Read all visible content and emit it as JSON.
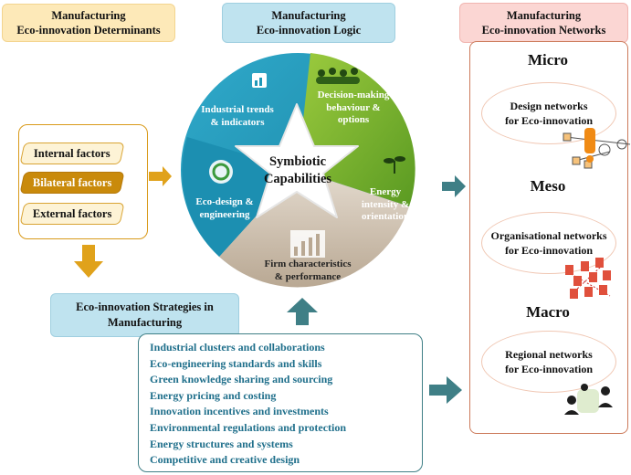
{
  "headers": {
    "determinants": [
      "Manufacturing",
      "Eco-innovation Determinants"
    ],
    "logic": [
      "Manufacturing",
      "Eco-innovation Logic"
    ],
    "networks": [
      "Manufacturing",
      "Eco-innovation Networks"
    ]
  },
  "factors": {
    "internal": "Internal factors",
    "bilateral": "Bilateral factors",
    "external": "External factors"
  },
  "cycle": {
    "center": [
      "Symbiotic",
      "Capabilities"
    ],
    "industrial": [
      "Industrial trends",
      "& indicators"
    ],
    "decision": [
      "Decision-making",
      "behaviour &",
      "options"
    ],
    "energy": [
      "Energy",
      "intensity &",
      "orientation"
    ],
    "firm": [
      "Firm characteristics",
      "& performance"
    ],
    "ecodesign": [
      "Eco-design &",
      "engineering"
    ]
  },
  "strategies": {
    "header": [
      "Eco-innovation Strategies in",
      "Manufacturing"
    ],
    "items": [
      "Industrial clusters and collaborations",
      "Eco-engineering standards and skills",
      "Green knowledge sharing and sourcing",
      "Energy pricing and costing",
      "Innovation incentives and investments",
      "Environmental regulations and protection",
      "Energy structures and systems",
      "Competitive and creative design"
    ]
  },
  "networks": {
    "micro": {
      "title": "Micro",
      "text": [
        "Design networks",
        "for Eco-innovation"
      ]
    },
    "meso": {
      "title": "Meso",
      "text": [
        "Organisational networks",
        "for Eco-innovation"
      ]
    },
    "macro": {
      "title": "Macro",
      "text": [
        "Regional networks",
        "for Eco-innovation"
      ]
    }
  },
  "colors": {
    "orange_arrow": "#e0a21b",
    "teal_arrow": "#3f7f86",
    "cycle_teal": "#1f98b8",
    "cycle_green": "#7bb32e",
    "cycle_beige": "#cfc2b2"
  }
}
